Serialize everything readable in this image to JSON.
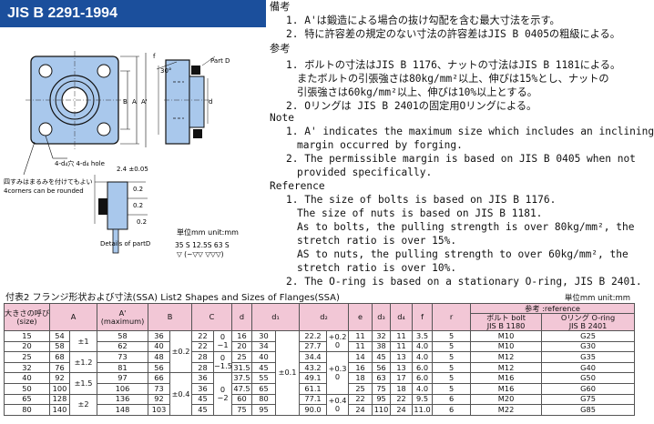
{
  "header": {
    "title": "JIS B 2291-1994"
  },
  "drawing": {
    "labels": {
      "partd": "Part D",
      "b_lbl": "B",
      "a_lbl": "A",
      "a_prime": "A'",
      "d_lbl": "d",
      "f_lbl": "f",
      "angle": "30°",
      "holes": "4-d₄穴 4-d₄ hole",
      "corners_jp": "四すみはまるみを付けてもよい",
      "corners_en": "4corners can be rounded",
      "dim_24": "2.4 ±0.05",
      "dim_02a": "0.2",
      "dim_02b": "0.2",
      "dim_02c": "0.2",
      "details": "Details of partD",
      "unit": "単位mm unit:mm",
      "roughness": "35 S  12.5S  63 S",
      "rough_sym": "▽ (~▽▽ ▽▽▽)"
    }
  },
  "notes": {
    "bikou": "備考",
    "bikou_1": "1. A'は鍛造による場合の抜け勾配を含む最大寸法を示す。",
    "bikou_2": "2. 特に許容差の規定のない寸法の許容差はJIS B 0405の粗級による。",
    "sankou": "参考",
    "sankou_1a": "1. ボルトの寸法はJIS B 1176、ナットの寸法はJIS B 1181による。",
    "sankou_1b": "またボルトの引張強さは80kg/mm²以上、伸びは15%とし、ナットの",
    "sankou_1c": "引張強さは60kg/mm²以上、伸びは10%以上とする。",
    "sankou_2": "2. Oリングは JIS B 2401の固定用Oリングによる。",
    "note": "Note",
    "note_1a": "1. A'  indicates the maximum size which includes an inclining",
    "note_1b": "margin occurred by forging.",
    "note_2a": "2. The permissible margin is based on JIS B 0405 when not",
    "note_2b": "provided specifically.",
    "reference": "Reference",
    "ref_1a": "1. The size of bolts is based on JIS B 1176.",
    "ref_1b": "The size of nuts is based on JIS B 1181.",
    "ref_1c": "As to bolts, the pulling strength is over 80kg/mm², the",
    "ref_1d": "stretch ratio is over 15%.",
    "ref_1e": "AS to nuts, the pulling strength to over 60kg/mm², the",
    "ref_1f": "stretch ratio is over 10%.",
    "ref_2": "2. The O-ring is based on a stationary O-ring, JIS B 2401."
  },
  "table": {
    "caption": "付表2  フランジ形状および寸法(SSA) List2 Shapes and Sizes of Flanges(SSA)",
    "unit": "単位mm unit:mm",
    "headers": {
      "size": "大きさの呼び",
      "size_en": "(size)",
      "a": "A",
      "a_prime": "A'",
      "a_prime_sub": "(maximum)",
      "b": "B",
      "c": "C",
      "d": "d",
      "d1": "d₁",
      "d2": "d₂",
      "e": "e",
      "d3": "d₃",
      "d4": "d₄",
      "f": "f",
      "r": "r",
      "ref": "参考 :reference",
      "bolt": "ボルト bolt",
      "bolt_std": "JIS B 1180",
      "oring": "Oリング O-ring",
      "oring_std": "JIS B 2401"
    },
    "tol": {
      "a1": "±1",
      "a2": "±1.2",
      "a3": "±1.5",
      "a4": "±2",
      "b1": "±0.2",
      "b2": "±0.4",
      "c1": "0",
      "c1b": "−1",
      "c2": "0",
      "c2b": "−1.5",
      "c3": "0",
      "c3b": "−2",
      "d1": "±0.1",
      "d2a": "+0.2",
      "d2a0": "0",
      "d2b": "+0.3",
      "d2b0": "0",
      "d2c": "+0.4",
      "d2c0": "0"
    },
    "rows": [
      {
        "size": "15",
        "a": "54",
        "ap": "58",
        "b": "36",
        "c": "22",
        "d": "16",
        "d1": "30",
        "d2": "22.2",
        "e": "11",
        "d3": "32",
        "d4": "11",
        "f": "3.5",
        "r": "5",
        "bolt": "M10",
        "oring": "G25"
      },
      {
        "size": "20",
        "a": "58",
        "ap": "62",
        "b": "40",
        "c": "22",
        "d": "20",
        "d1": "34",
        "d2": "27.7",
        "e": "11",
        "d3": "38",
        "d4": "11",
        "f": "4.0",
        "r": "5",
        "bolt": "M10",
        "oring": "G30"
      },
      {
        "size": "25",
        "a": "68",
        "ap": "73",
        "b": "48",
        "c": "28",
        "d": "25",
        "d1": "40",
        "d2": "34.4",
        "e": "14",
        "d3": "45",
        "d4": "13",
        "f": "4.0",
        "r": "5",
        "bolt": "M12",
        "oring": "G35"
      },
      {
        "size": "32",
        "a": "76",
        "ap": "81",
        "b": "56",
        "c": "28",
        "d": "31.5",
        "d1": "45",
        "d2": "43.2",
        "e": "16",
        "d3": "56",
        "d4": "13",
        "f": "6.0",
        "r": "5",
        "bolt": "M12",
        "oring": "G40"
      },
      {
        "size": "40",
        "a": "92",
        "ap": "97",
        "b": "66",
        "c": "36",
        "d": "37.5",
        "d1": "55",
        "d2": "49.1",
        "e": "18",
        "d3": "63",
        "d4": "17",
        "f": "6.0",
        "r": "5",
        "bolt": "M16",
        "oring": "G50"
      },
      {
        "size": "50",
        "a": "100",
        "ap": "106",
        "b": "73",
        "c": "36",
        "d": "47.5",
        "d1": "65",
        "d2": "61.1",
        "e": "25",
        "d3": "75",
        "d4": "18",
        "f": "4.0",
        "r": "5",
        "bolt": "M16",
        "oring": "G60"
      },
      {
        "size": "65",
        "a": "128",
        "ap": "136",
        "b": "92",
        "c": "45",
        "d": "60",
        "d1": "80",
        "d2": "77.1",
        "e": "22",
        "d3": "95",
        "d4": "22",
        "f": "9.5",
        "r": "6",
        "bolt": "M20",
        "oring": "G75"
      },
      {
        "size": "80",
        "a": "140",
        "ap": "148",
        "b": "103",
        "c": "45",
        "d": "75",
        "d1": "95",
        "d2": "90.0",
        "e": "24",
        "d3": "110",
        "d4": "24",
        "f": "11.0",
        "r": "6",
        "bolt": "M22",
        "oring": "G85"
      }
    ]
  }
}
